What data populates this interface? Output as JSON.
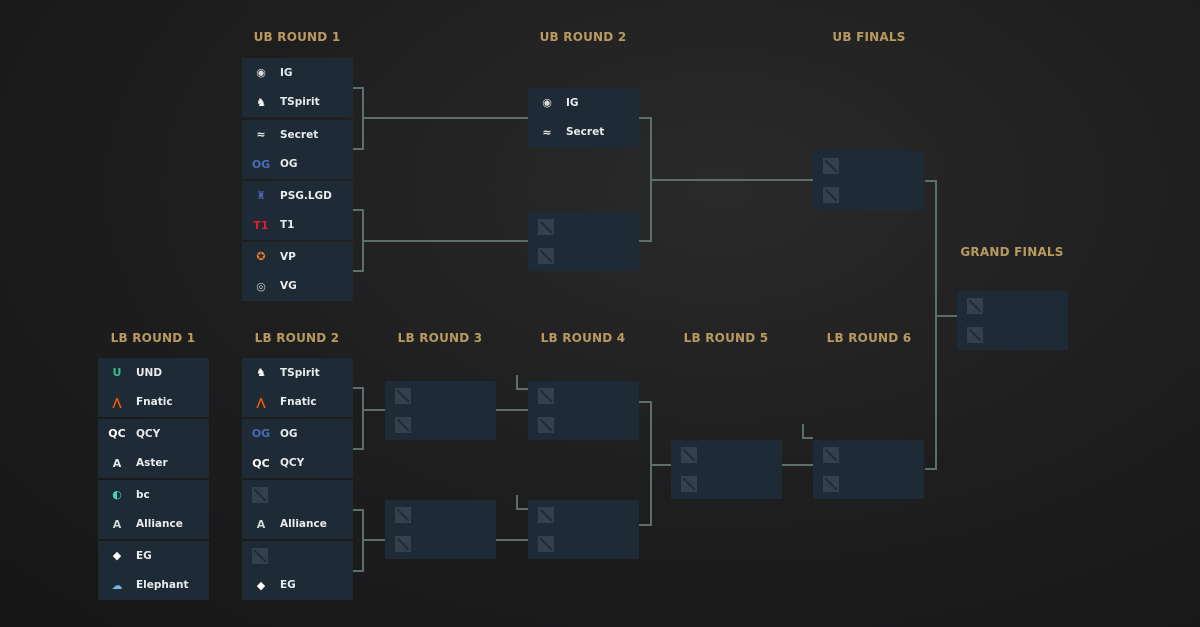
{
  "colors": {
    "header": "#b9995f",
    "box": "#1e2a35",
    "line": "#5d6f6b"
  },
  "rounds": [
    {
      "id": "ub1",
      "title": "UB ROUND 1",
      "matches": [
        [
          {
            "team": "IG",
            "icon": "ig-logo-icon",
            "color": "#d8d8d8"
          },
          {
            "team": "TSpirit",
            "icon": "spirit-dragon-icon",
            "color": "#ffffff"
          }
        ],
        [
          {
            "team": "Secret",
            "icon": "secret-logo-icon",
            "color": "#e8e8e8"
          },
          {
            "team": "OG",
            "icon": "og-logo-icon",
            "color": "#4b6fb5"
          }
        ],
        [
          {
            "team": "PSG.LGD",
            "icon": "psg-lgd-logo-icon",
            "color": "#4a63b0"
          },
          {
            "team": "T1",
            "icon": "t1-logo-icon",
            "color": "#e2202d"
          }
        ],
        [
          {
            "team": "VP",
            "icon": "vp-bear-icon",
            "color": "#f07a2a"
          },
          {
            "team": "VG",
            "icon": "vg-logo-icon",
            "color": "#cfcfcf"
          }
        ]
      ]
    },
    {
      "id": "ub2",
      "title": "UB ROUND 2",
      "matches": [
        [
          {
            "team": "IG",
            "icon": "ig-logo-icon",
            "color": "#d8d8d8"
          },
          {
            "team": "Secret",
            "icon": "secret-logo-icon",
            "color": "#e8e8e8"
          }
        ],
        [
          {
            "team": null
          },
          {
            "team": null
          }
        ]
      ]
    },
    {
      "id": "ubf",
      "title": "UB FINALS",
      "matches": [
        [
          {
            "team": null
          },
          {
            "team": null
          }
        ]
      ]
    },
    {
      "id": "gf",
      "title": "GRAND FINALS",
      "matches": [
        [
          {
            "team": null
          },
          {
            "team": null
          }
        ]
      ]
    },
    {
      "id": "lb1",
      "title": "LB ROUND 1",
      "matches": [
        [
          {
            "team": "UND",
            "icon": "und-logo-icon",
            "color": "#2fbf8c"
          },
          {
            "team": "Fnatic",
            "icon": "fnatic-logo-icon",
            "color": "#ff5900"
          }
        ],
        [
          {
            "team": "QCY",
            "icon": "qcy-logo-icon",
            "color": "#ffffff"
          },
          {
            "team": "Aster",
            "icon": "aster-logo-icon",
            "color": "#dfe6ee"
          }
        ],
        [
          {
            "team": "bc",
            "icon": "beastcoast-logo-icon",
            "color": "#3fd6c0"
          },
          {
            "team": "Alliance",
            "icon": "alliance-logo-icon",
            "color": "#cfd9cf"
          }
        ],
        [
          {
            "team": "EG",
            "icon": "eg-logo-icon",
            "color": "#ffffff"
          },
          {
            "team": "Elephant",
            "icon": "elephant-logo-icon",
            "color": "#6fb6e0"
          }
        ]
      ]
    },
    {
      "id": "lb2",
      "title": "LB ROUND 2",
      "matches": [
        [
          {
            "team": "TSpirit",
            "icon": "spirit-dragon-icon",
            "color": "#ffffff"
          },
          {
            "team": "Fnatic",
            "icon": "fnatic-logo-icon",
            "color": "#ff5900"
          }
        ],
        [
          {
            "team": "OG",
            "icon": "og-logo-icon",
            "color": "#4b6fb5"
          },
          {
            "team": "QCY",
            "icon": "qcy-logo-icon",
            "color": "#ffffff"
          }
        ],
        [
          {
            "team": null
          },
          {
            "team": "Alliance",
            "icon": "alliance-logo-icon",
            "color": "#cfd9cf"
          }
        ],
        [
          {
            "team": null
          },
          {
            "team": "EG",
            "icon": "eg-logo-icon",
            "color": "#ffffff"
          }
        ]
      ]
    },
    {
      "id": "lb3",
      "title": "LB ROUND 3",
      "matches": [
        [
          {
            "team": null
          },
          {
            "team": null
          }
        ],
        [
          {
            "team": null
          },
          {
            "team": null
          }
        ]
      ]
    },
    {
      "id": "lb4",
      "title": "LB ROUND 4",
      "matches": [
        [
          {
            "team": null
          },
          {
            "team": null
          }
        ],
        [
          {
            "team": null
          },
          {
            "team": null
          }
        ]
      ]
    },
    {
      "id": "lb5",
      "title": "LB ROUND 5",
      "matches": [
        [
          {
            "team": null
          },
          {
            "team": null
          }
        ]
      ]
    },
    {
      "id": "lb6",
      "title": "LB ROUND 6",
      "matches": [
        [
          {
            "team": null
          },
          {
            "team": null
          }
        ]
      ]
    }
  ],
  "icon_glyphs": {
    "ig-logo-icon": "◉",
    "spirit-dragon-icon": "♞",
    "secret-logo-icon": "≈",
    "og-logo-icon": "OG",
    "psg-lgd-logo-icon": "♜",
    "t1-logo-icon": "T1",
    "vp-bear-icon": "✪",
    "vg-logo-icon": "◎",
    "und-logo-icon": "U",
    "fnatic-logo-icon": "⋀",
    "qcy-logo-icon": "QC",
    "aster-logo-icon": "A",
    "beastcoast-logo-icon": "◐",
    "alliance-logo-icon": "A",
    "eg-logo-icon": "◆",
    "elephant-logo-icon": "☁"
  }
}
